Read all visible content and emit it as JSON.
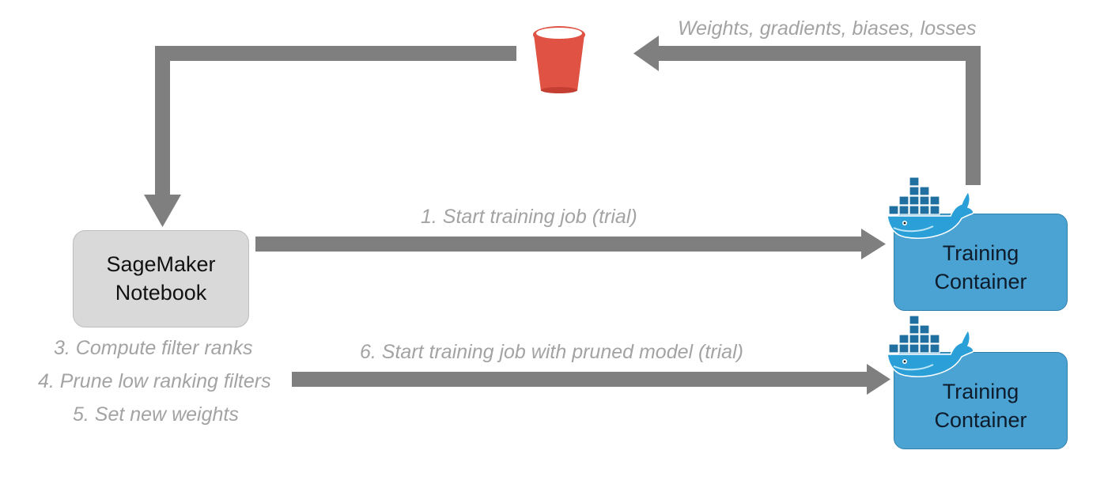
{
  "nodes": {
    "notebook": {
      "line1": "SageMaker",
      "line2": "Notebook"
    },
    "container_1": {
      "line1": "Training",
      "line2": "Container"
    },
    "container_2": {
      "line1": "Training",
      "line2": "Container"
    }
  },
  "labels": {
    "feedback": "Weights, gradients, biases, losses",
    "step1": "1. Start training job (trial)",
    "step3": "3. Compute filter ranks",
    "step4": "4. Prune low ranking filters",
    "step5": "5. Set new weights",
    "step6": "6. Start training job with pruned model (trial)"
  },
  "icons": {
    "storage": "bucket-icon",
    "container": "docker-whale-icon"
  },
  "colors": {
    "arrow": "#7f7f7f",
    "bucket": "#e05243",
    "notebook_fill": "#d9d9d9",
    "container_fill": "#4ba3d3",
    "label_text": "#a3a3a3"
  }
}
